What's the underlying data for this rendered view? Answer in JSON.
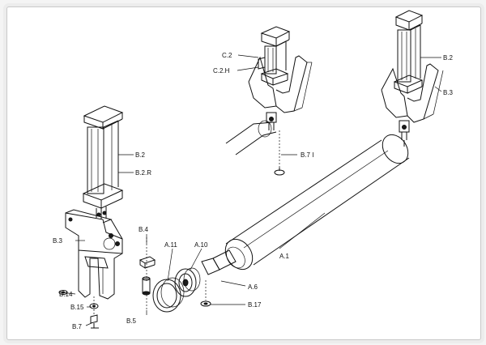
{
  "labels": {
    "c2": "C.2",
    "c2h": "C.2.H",
    "b71": "B.7 I",
    "b2_right": "B.2",
    "b3_right": "B.3",
    "b2": "B.2",
    "b2r": "B.2.R",
    "b3": "B.3",
    "b4": "B.4",
    "a11": "A.11",
    "a10": "A.10",
    "a1": "A.1",
    "a6": "A.6",
    "b14": "B.14",
    "b15": "B.15",
    "b7": "B.7",
    "b5": "B.5",
    "b17": "B.17"
  }
}
